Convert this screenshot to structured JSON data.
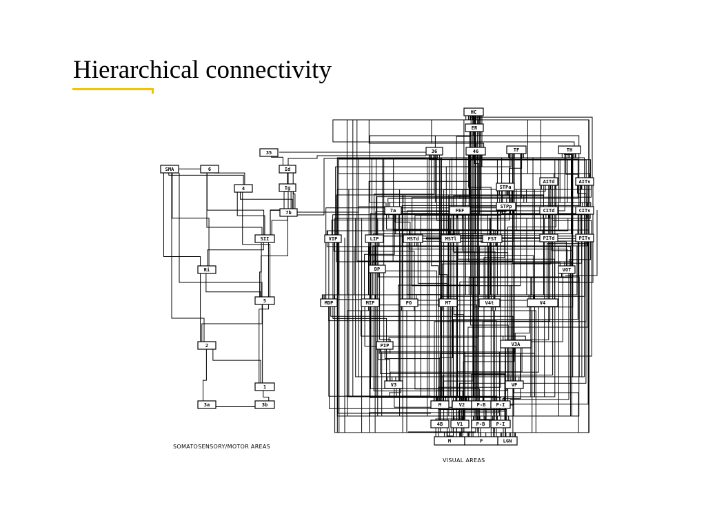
{
  "slide": {
    "title": "Hierarchical connectivity",
    "accent_color": "#f2c400"
  },
  "diagram": {
    "somatosensory_caption": "SOMATOSENSORY/MOTOR AREAS",
    "visual_caption": "VISUAL AREAS",
    "somatosensory_areas": [
      "SMA",
      "6",
      "35",
      "Id",
      "Ig",
      "4",
      "7b",
      "SII",
      "Ri",
      "5",
      "2",
      "1",
      "3a",
      "3b"
    ],
    "visual_areas": [
      "HC",
      "ER",
      "36",
      "46",
      "TF",
      "TH",
      "STPa",
      "AITd",
      "AITv",
      "7a",
      "FEF",
      "STPp",
      "CITd",
      "CITv",
      "VIP",
      "LIP",
      "MSTd",
      "MSTl",
      "FST",
      "PITd",
      "PITv",
      "DP",
      "VOT",
      "MDP",
      "MIP",
      "PO",
      "MT",
      "V4t",
      "V4",
      "PIP",
      "V3A",
      "V3",
      "VP",
      "M",
      "V2",
      "P-B",
      "P-I",
      "4B",
      "V1",
      "P-B",
      "P-I",
      "M",
      "P",
      "LGN"
    ]
  }
}
